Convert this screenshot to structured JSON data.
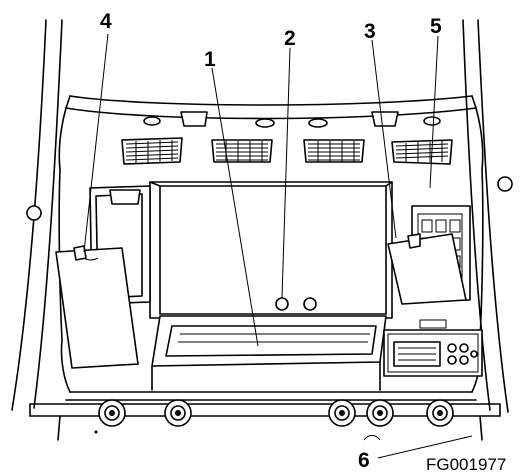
{
  "callouts": [
    {
      "id": "1",
      "label": "1"
    },
    {
      "id": "2",
      "label": "2"
    },
    {
      "id": "3",
      "label": "3"
    },
    {
      "id": "4",
      "label": "4"
    },
    {
      "id": "5",
      "label": "5"
    },
    {
      "id": "6",
      "label": "6"
    }
  ],
  "figure_code": "FG001977"
}
